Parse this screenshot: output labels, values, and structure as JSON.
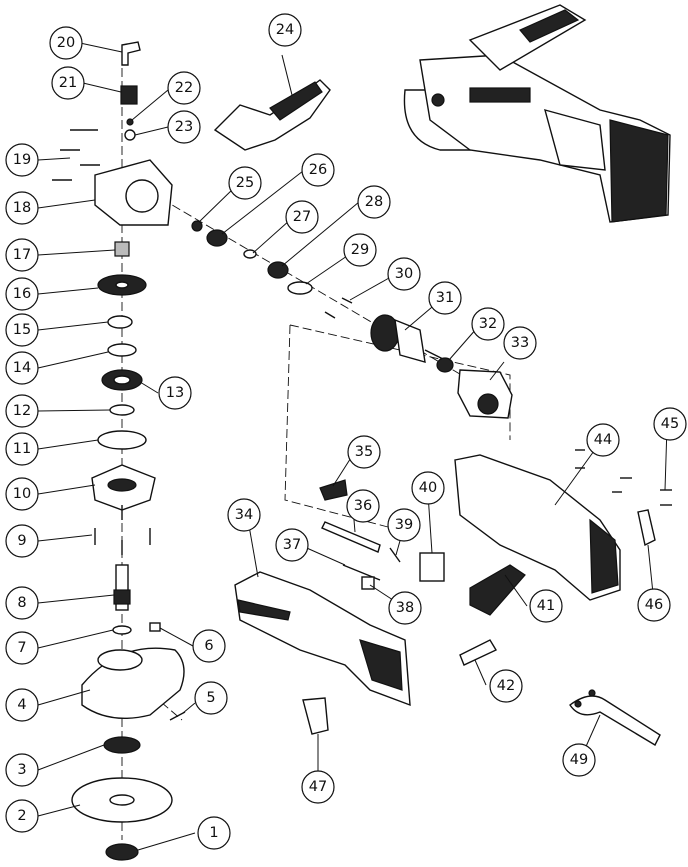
{
  "callouts": [
    {
      "id": "c1",
      "label": "1"
    },
    {
      "id": "c2",
      "label": "2"
    },
    {
      "id": "c3",
      "label": "3"
    },
    {
      "id": "c4",
      "label": "4"
    },
    {
      "id": "c5",
      "label": "5"
    },
    {
      "id": "c6",
      "label": "6"
    },
    {
      "id": "c7",
      "label": "7"
    },
    {
      "id": "c8",
      "label": "8"
    },
    {
      "id": "c9",
      "label": "9"
    },
    {
      "id": "c10",
      "label": "10"
    },
    {
      "id": "c11",
      "label": "11"
    },
    {
      "id": "c12",
      "label": "12"
    },
    {
      "id": "c13",
      "label": "13"
    },
    {
      "id": "c14",
      "label": "14"
    },
    {
      "id": "c15",
      "label": "15"
    },
    {
      "id": "c16",
      "label": "16"
    },
    {
      "id": "c17",
      "label": "17"
    },
    {
      "id": "c18",
      "label": "18"
    },
    {
      "id": "c19",
      "label": "19"
    },
    {
      "id": "c20",
      "label": "20"
    },
    {
      "id": "c21",
      "label": "21"
    },
    {
      "id": "c22",
      "label": "22"
    },
    {
      "id": "c23",
      "label": "23"
    },
    {
      "id": "c24",
      "label": "24"
    },
    {
      "id": "c25",
      "label": "25"
    },
    {
      "id": "c26",
      "label": "26"
    },
    {
      "id": "c27",
      "label": "27"
    },
    {
      "id": "c28",
      "label": "28"
    },
    {
      "id": "c29",
      "label": "29"
    },
    {
      "id": "c30",
      "label": "30"
    },
    {
      "id": "c31",
      "label": "31"
    },
    {
      "id": "c32",
      "label": "32"
    },
    {
      "id": "c33",
      "label": "33"
    },
    {
      "id": "c34",
      "label": "34"
    },
    {
      "id": "c35",
      "label": "35"
    },
    {
      "id": "c36",
      "label": "36"
    },
    {
      "id": "c37",
      "label": "37"
    },
    {
      "id": "c38",
      "label": "38"
    },
    {
      "id": "c39",
      "label": "39"
    },
    {
      "id": "c40",
      "label": "40"
    },
    {
      "id": "c41",
      "label": "41"
    },
    {
      "id": "c42",
      "label": "42"
    },
    {
      "id": "c44",
      "label": "44"
    },
    {
      "id": "c45",
      "label": "45"
    },
    {
      "id": "c46",
      "label": "46"
    },
    {
      "id": "c47",
      "label": "47"
    },
    {
      "id": "c49",
      "label": "49"
    }
  ]
}
